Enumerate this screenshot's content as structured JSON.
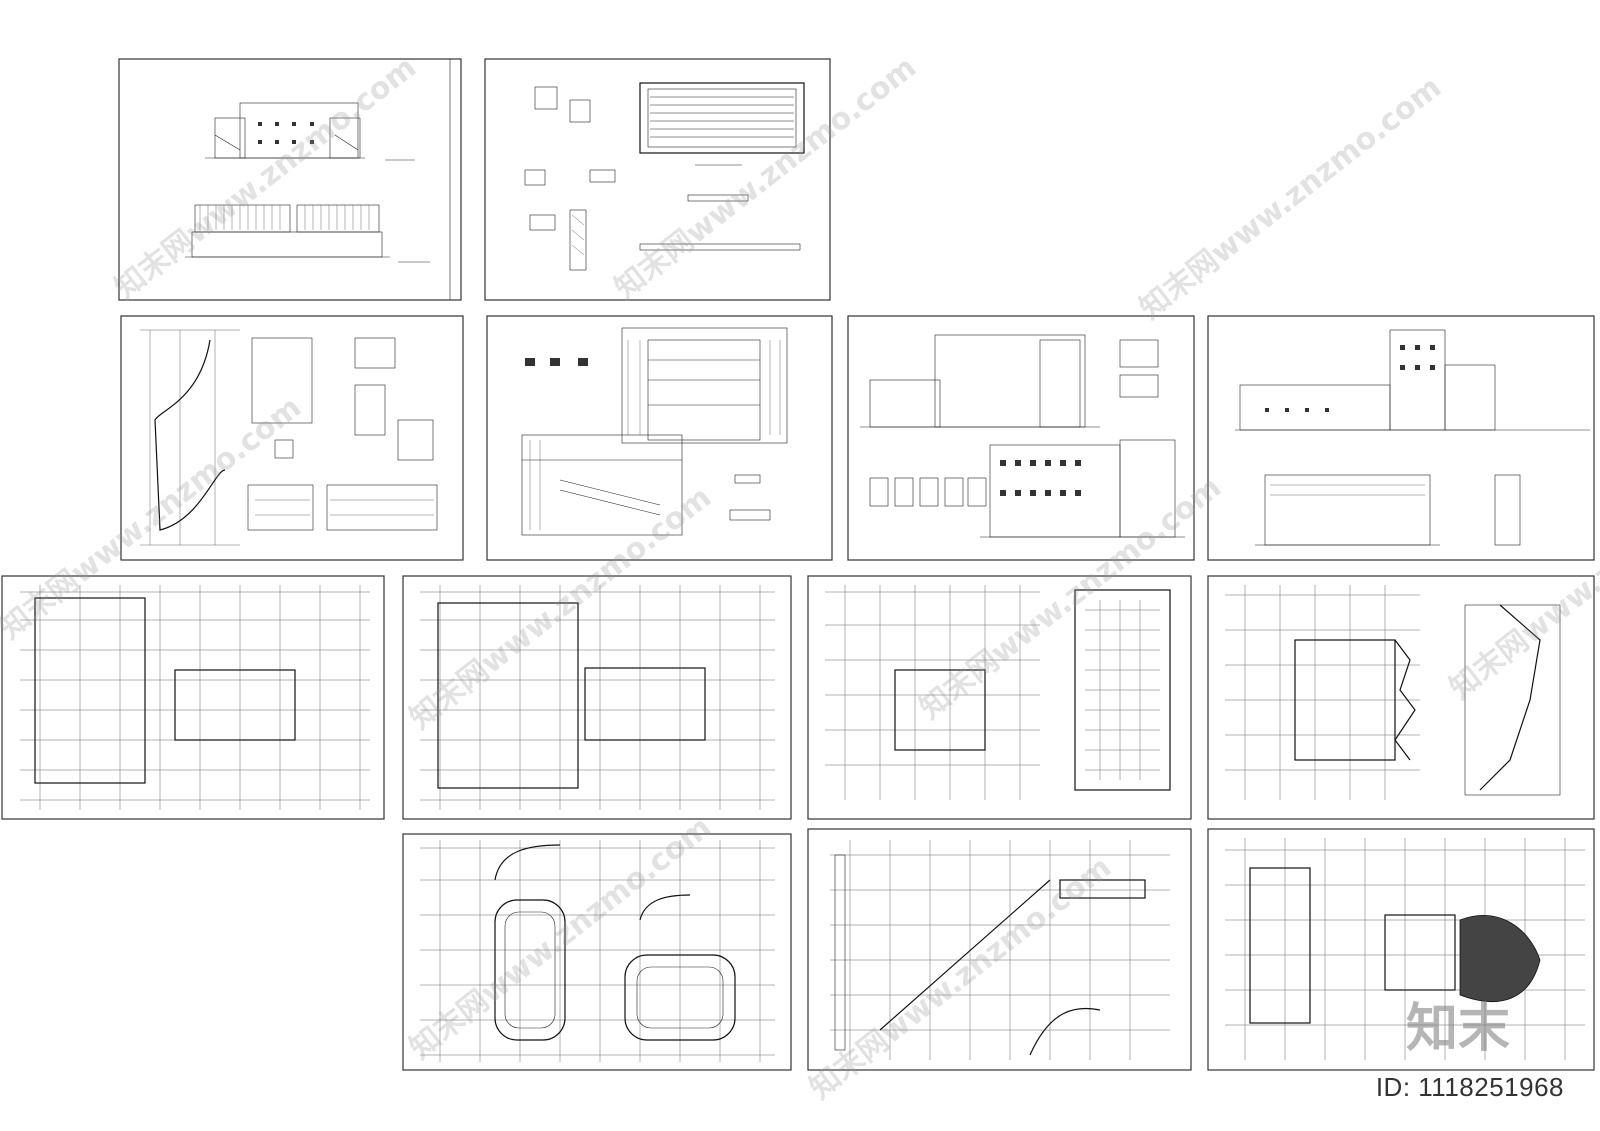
{
  "sheets": [
    {
      "name": "elevations-sheet",
      "kind": "elevation"
    },
    {
      "name": "pool-details-sheet",
      "kind": "detail"
    },
    {
      "name": "stair-details-sheet",
      "kind": "detail"
    },
    {
      "name": "sections-sheet",
      "kind": "section"
    },
    {
      "name": "elevation-windows-sheet",
      "kind": "elevation"
    },
    {
      "name": "side-elevation-sheet",
      "kind": "elevation"
    },
    {
      "name": "plan-level-1-sheet",
      "kind": "plan"
    },
    {
      "name": "plan-level-2-sheet",
      "kind": "plan"
    },
    {
      "name": "plan-level-3-sheet",
      "kind": "plan"
    },
    {
      "name": "plan-level-4-sheet",
      "kind": "plan"
    },
    {
      "name": "basement-parking-plan-sheet",
      "kind": "plan"
    },
    {
      "name": "ground-floor-plan-sheet",
      "kind": "plan"
    },
    {
      "name": "auditorium-plan-sheet",
      "kind": "plan"
    }
  ],
  "watermark": {
    "text": "知末网www.znzmo.com"
  },
  "logo": {
    "text": "知末"
  },
  "image_id": {
    "text": "ID: 1118251968"
  },
  "colors": {
    "background": "#ffffff",
    "ink": "#222222",
    "watermark": "#969696"
  }
}
